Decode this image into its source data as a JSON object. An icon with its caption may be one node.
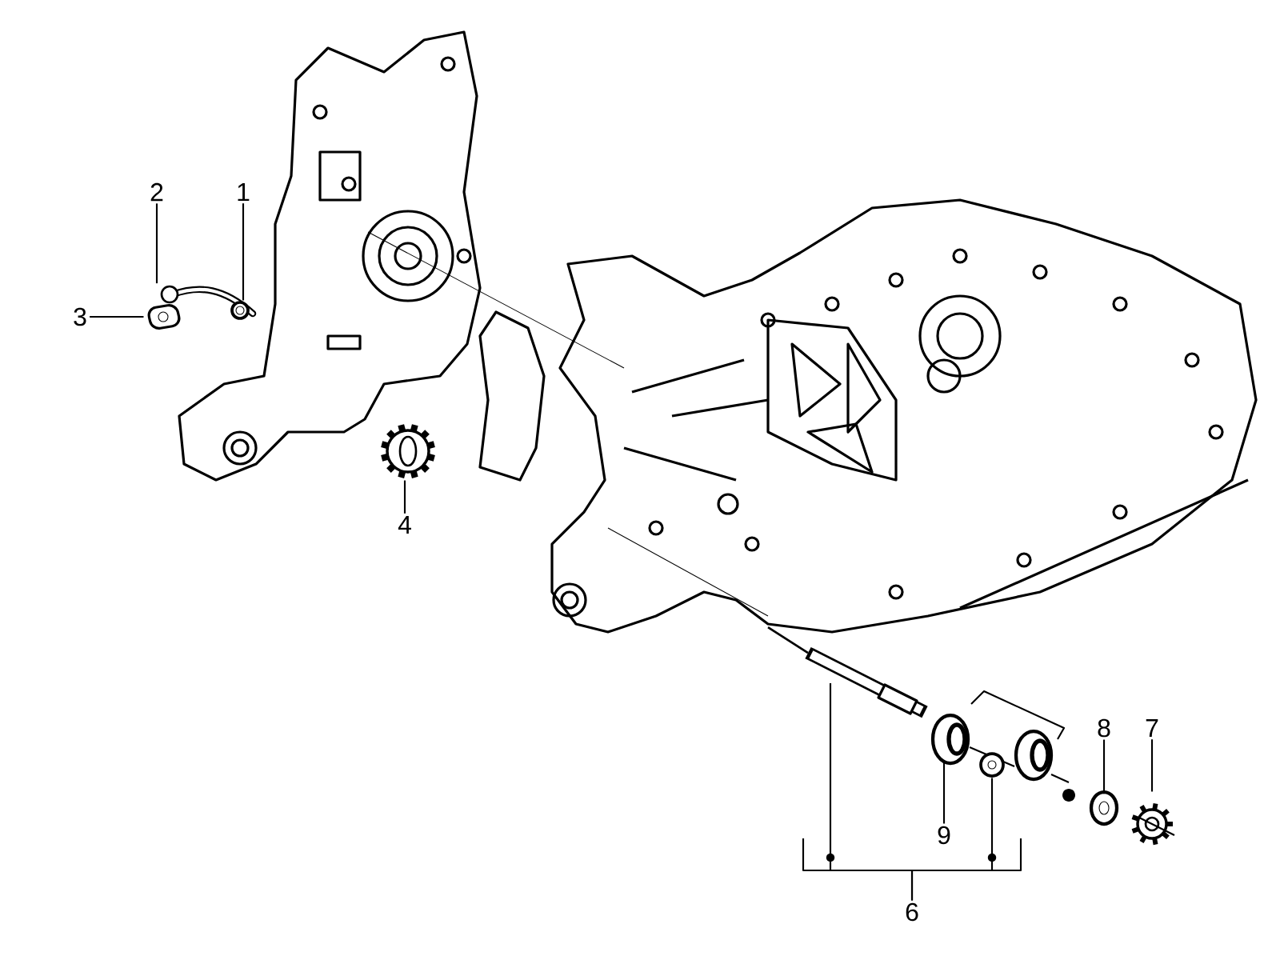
{
  "diagram": {
    "nodes": [
      {
        "text": [
          "2"
        ]
      },
      {
        "text": [
          "1"
        ]
      },
      {
        "text": [
          "3"
        ]
      },
      {
        "text": [
          "4"
        ]
      },
      {
        "text": [
          "6"
        ]
      },
      {
        "text": [
          "9"
        ]
      },
      {
        "text": [
          "8"
        ]
      },
      {
        "text": [
          "7"
        ]
      },
      {
        "text": [],
        "shape": "picture"
      },
      {
        "text": [],
        "shape": "circle"
      },
      {
        "text": [],
        "shape": "picture"
      },
      {
        "text": [],
        "shape": "picture"
      },
      {
        "text": [],
        "shape": "picture"
      },
      {
        "text": [],
        "shape": "circle"
      },
      {
        "text": [],
        "shape": "picture"
      },
      {
        "text": [],
        "shape": "picture"
      },
      {
        "text": [],
        "shape": "picture"
      }
    ],
    "edges": [
      {
        "from": 0,
        "to": 8,
        "arrow": "none"
      },
      {
        "from": 1,
        "to": 9,
        "arrow": "none"
      },
      {
        "from": 2,
        "to": 10,
        "arrow": "none"
      },
      {
        "from": 3,
        "to": 11,
        "arrow": "none"
      },
      {
        "from": 4,
        "to": 12,
        "arrow": "none"
      },
      {
        "from": 4,
        "to": 13,
        "arrow": "none"
      },
      {
        "from": 5,
        "to": 14,
        "arrow": "none"
      },
      {
        "from": 6,
        "to": 15,
        "arrow": "none"
      },
      {
        "from": 7,
        "to": 16,
        "arrow": "none"
      }
    ]
  }
}
